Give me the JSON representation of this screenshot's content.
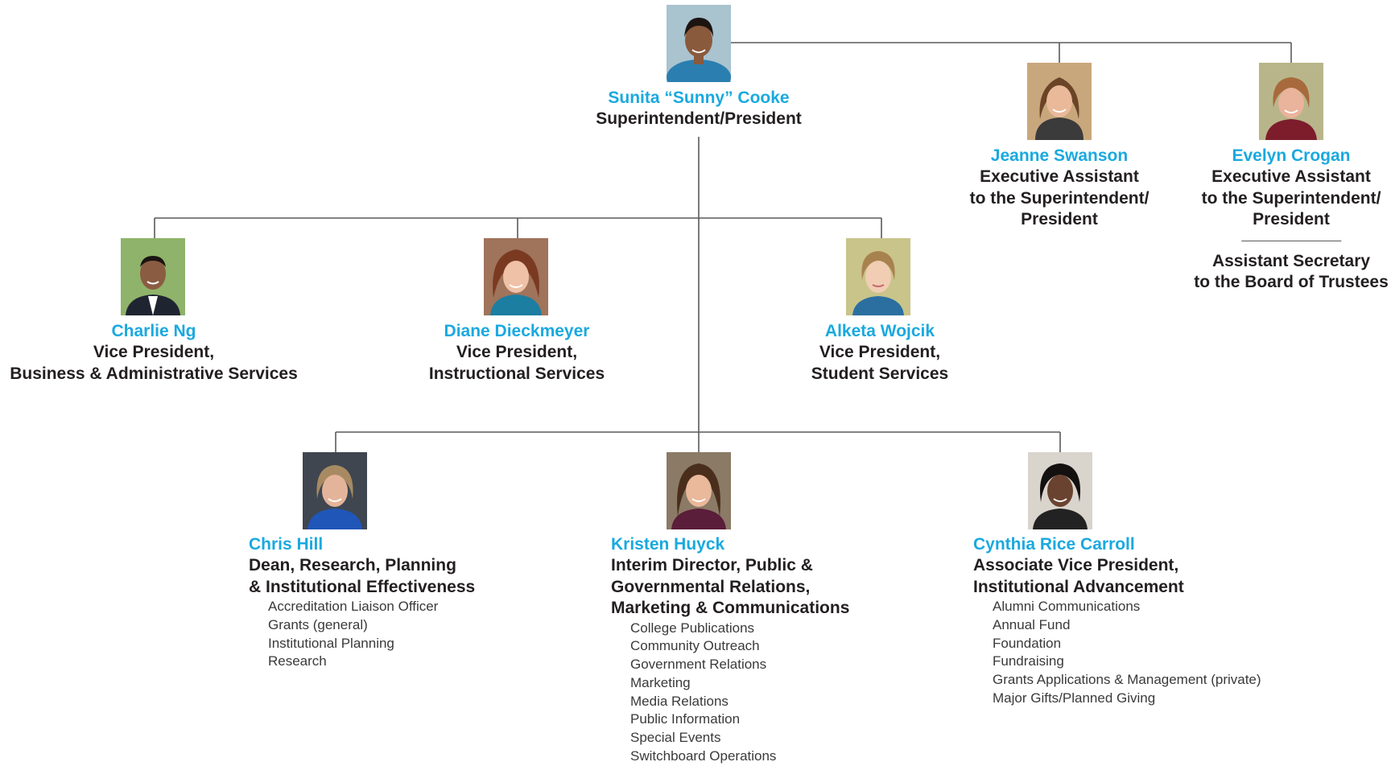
{
  "colors": {
    "name": "#1aa9df",
    "title": "#231f20",
    "line": "#5a5a5a"
  },
  "top": {
    "name": "Sunita “Sunny” Cooke",
    "title_lines": [
      "Superintendent/President"
    ]
  },
  "assistants": [
    {
      "name": "Jeanne Swanson",
      "title_lines": [
        "Executive Assistant",
        "to the Superintendent/",
        "President"
      ]
    },
    {
      "name": "Evelyn Crogan",
      "title_lines": [
        "Executive Assistant",
        "to the Superintendent/",
        "President"
      ],
      "extra_lines": [
        "Assistant Secretary",
        "to the Board of Trustees"
      ]
    }
  ],
  "vice_presidents": [
    {
      "name": "Charlie Ng",
      "title_lines": [
        "Vice President,",
        "Business & Administrative Services"
      ]
    },
    {
      "name": "Diane Dieckmeyer",
      "title_lines": [
        "Vice President,",
        "Instructional Services"
      ]
    },
    {
      "name": "Alketa Wojcik",
      "title_lines": [
        "Vice President,",
        "Student Services"
      ]
    }
  ],
  "directors": [
    {
      "name": "Chris Hill",
      "title_lines": [
        "Dean, Research, Planning",
        "& Institutional Effectiveness"
      ],
      "duties": [
        "Accreditation Liaison Officer",
        "Grants (general)",
        "Institutional Planning",
        "Research"
      ]
    },
    {
      "name": "Kristen Huyck",
      "title_lines": [
        "Interim Director, Public &",
        "Governmental Relations,",
        "Marketing & Communications"
      ],
      "duties": [
        "College Publications",
        "Community Outreach",
        "Government Relations",
        "Marketing",
        "Media Relations",
        "Public Information",
        "Special Events",
        "Switchboard Operations"
      ]
    },
    {
      "name": "Cynthia Rice Carroll",
      "title_lines": [
        "Associate Vice President,",
        "Institutional Advancement"
      ],
      "duties": [
        "Alumni Communications",
        "Annual Fund",
        "Foundation",
        "Fundraising",
        "Grants Applications & Management (private)",
        "Major Gifts/Planned Giving"
      ]
    }
  ]
}
